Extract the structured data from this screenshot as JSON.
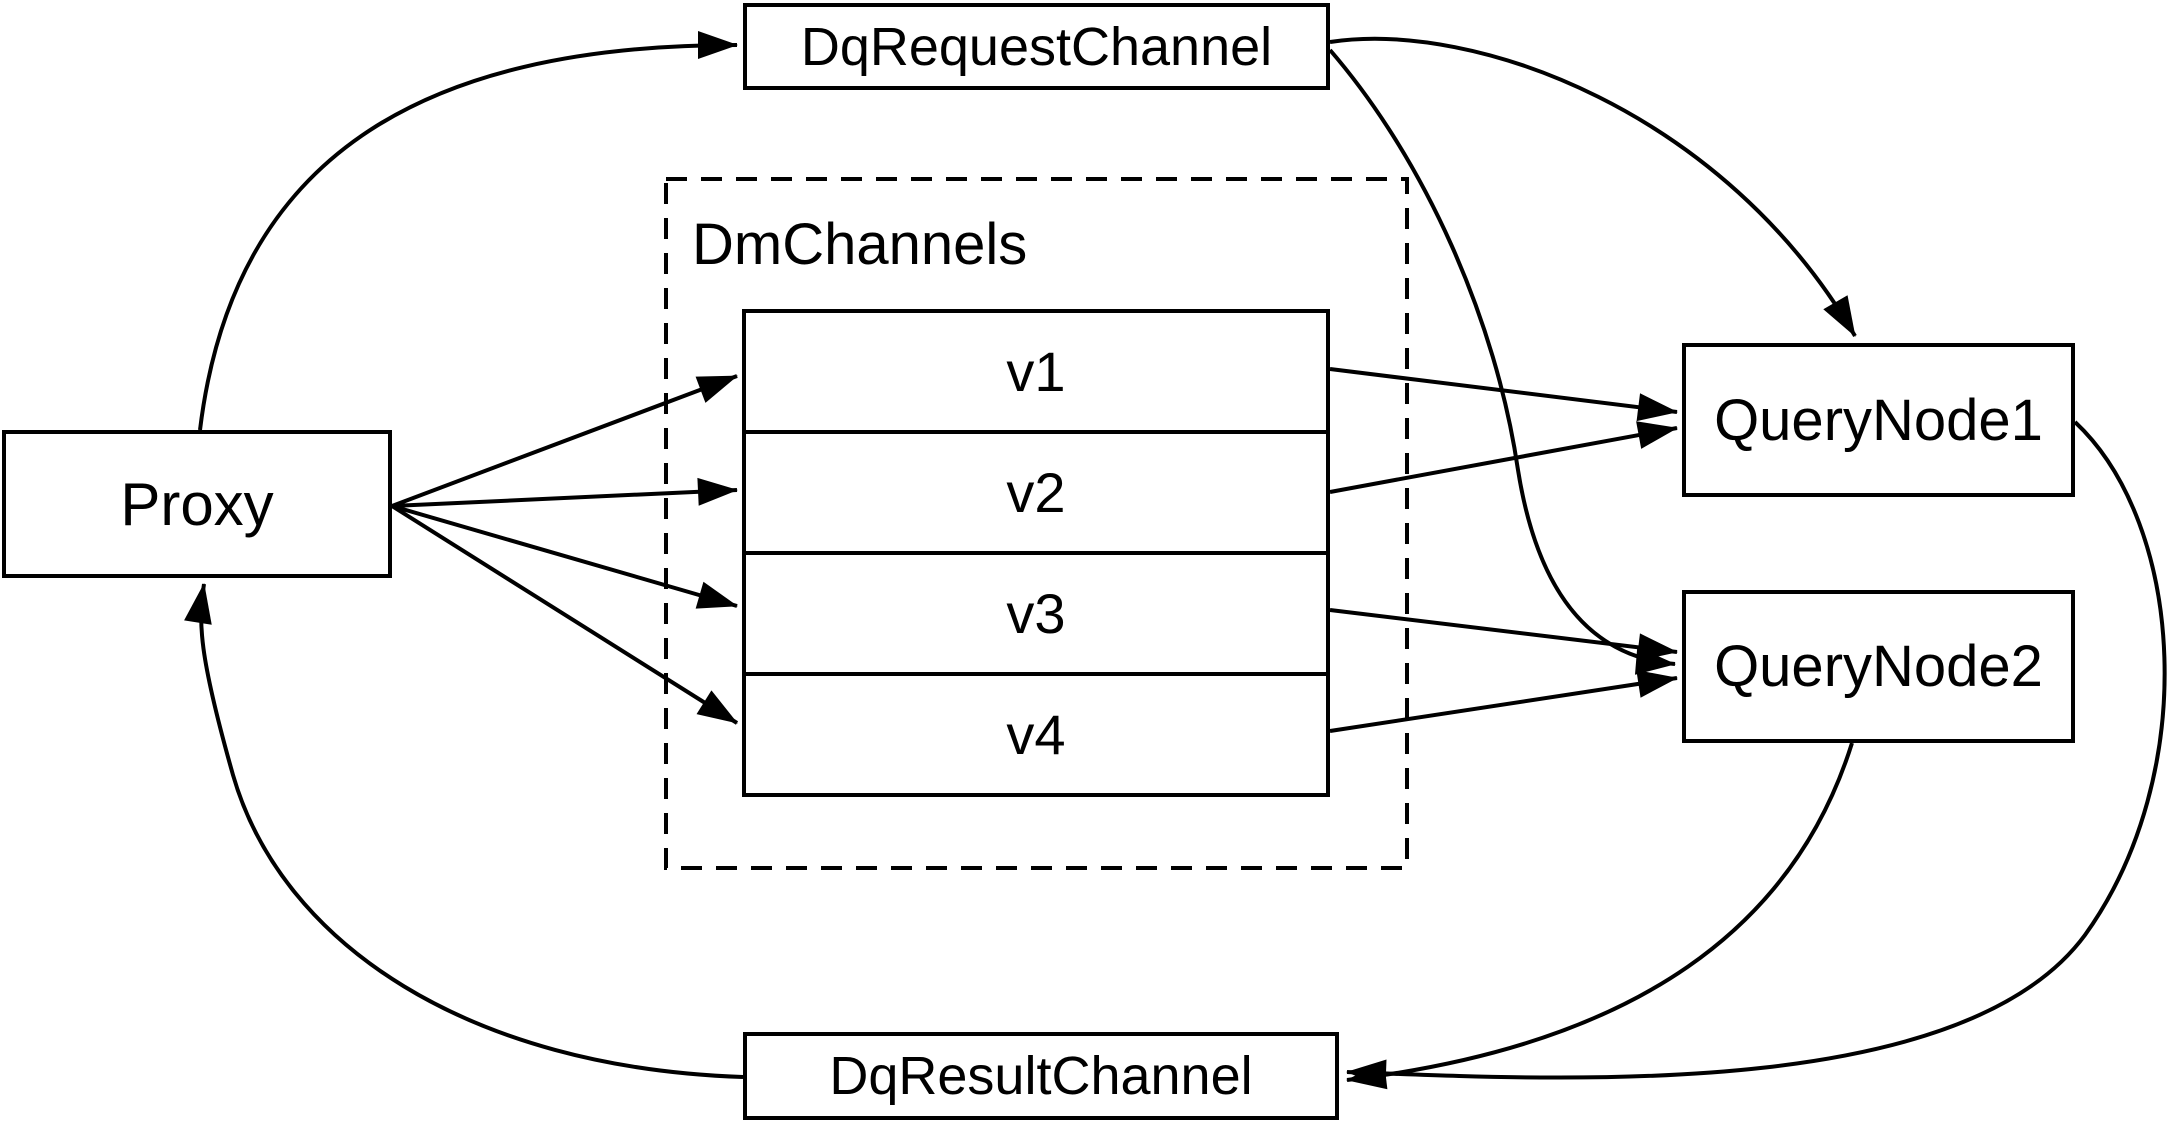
{
  "diagram": {
    "type": "architecture-flow",
    "background": "#ffffff",
    "stroke_color": "#000000",
    "nodes": {
      "proxy": {
        "label": "Proxy"
      },
      "dq_request_channel": {
        "label": "DqRequestChannel"
      },
      "dm_channels": {
        "label": "DmChannels",
        "style": "dashed-group",
        "channels": [
          "v1",
          "v2",
          "v3",
          "v4"
        ]
      },
      "query_node_1": {
        "label": "QueryNode1"
      },
      "query_node_2": {
        "label": "QueryNode2"
      },
      "dq_result_channel": {
        "label": "DqResultChannel"
      }
    },
    "edges": [
      {
        "from": "proxy",
        "to": "dq_request_channel"
      },
      {
        "from": "dq_request_channel",
        "to": "query_node_1"
      },
      {
        "from": "dq_request_channel",
        "to": "query_node_2"
      },
      {
        "from": "proxy",
        "to": "v1"
      },
      {
        "from": "proxy",
        "to": "v2"
      },
      {
        "from": "proxy",
        "to": "v3"
      },
      {
        "from": "proxy",
        "to": "v4"
      },
      {
        "from": "v1",
        "to": "query_node_1"
      },
      {
        "from": "v2",
        "to": "query_node_1"
      },
      {
        "from": "v3",
        "to": "query_node_2"
      },
      {
        "from": "v4",
        "to": "query_node_2"
      },
      {
        "from": "query_node_1",
        "to": "dq_result_channel"
      },
      {
        "from": "query_node_2",
        "to": "dq_result_channel"
      },
      {
        "from": "dq_result_channel",
        "to": "proxy"
      }
    ]
  }
}
